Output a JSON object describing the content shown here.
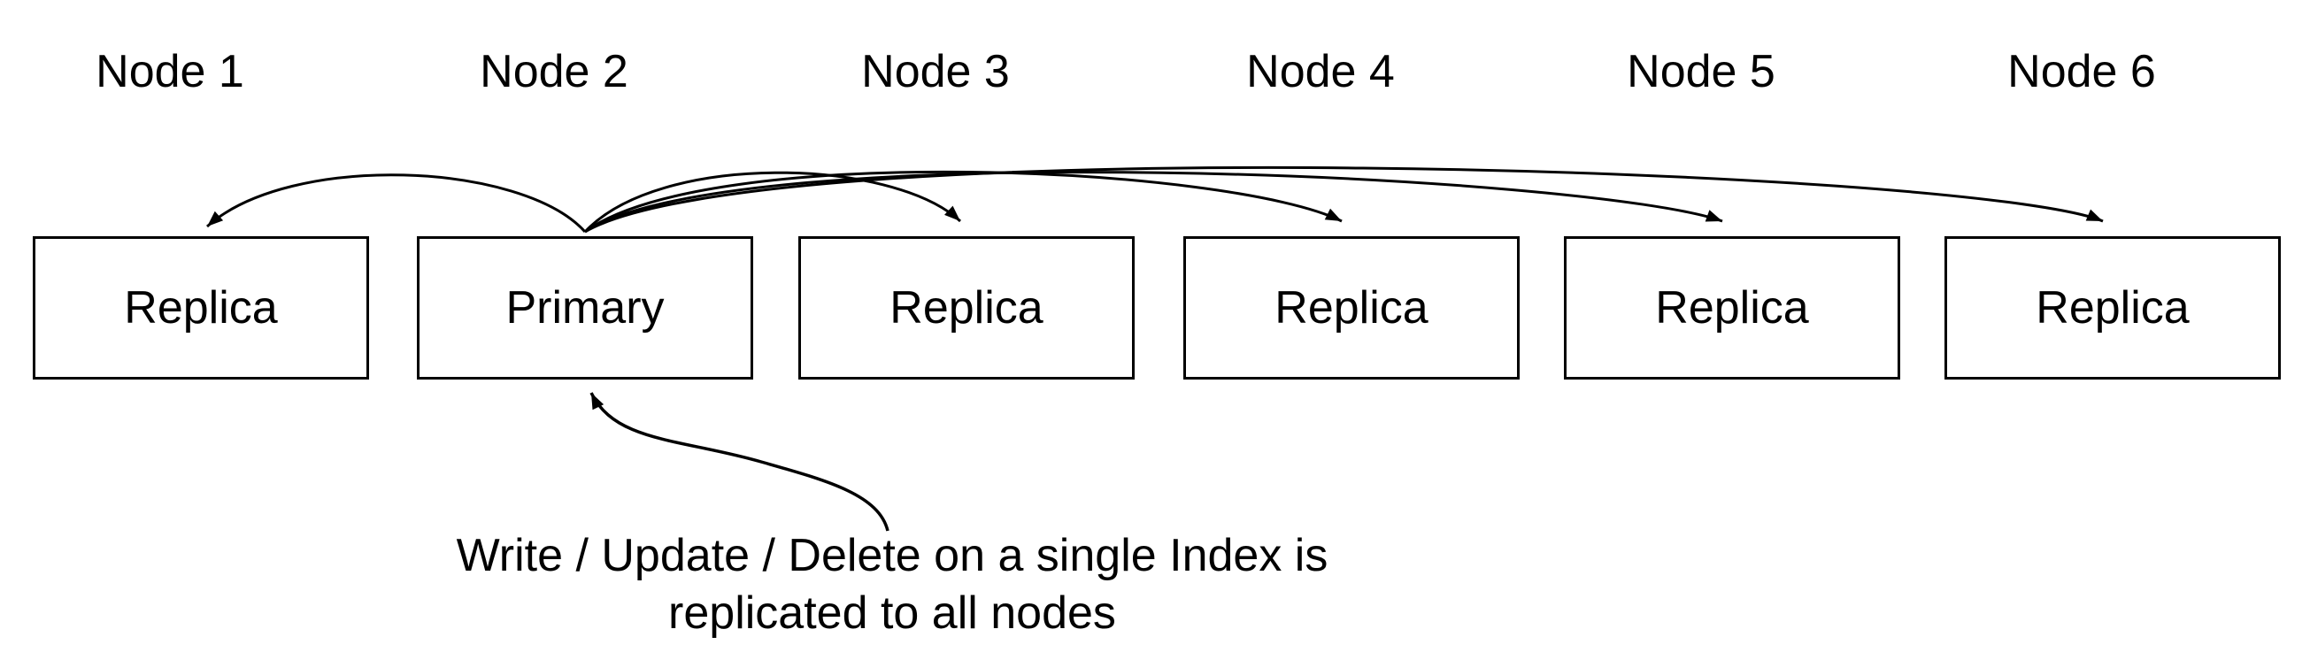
{
  "diagram": {
    "colors": {
      "background": "#ffffff",
      "stroke": "#000000",
      "text": "#000000"
    },
    "nodes": [
      {
        "name": "Node 1",
        "role": "Replica"
      },
      {
        "name": "Node 2",
        "role": "Primary"
      },
      {
        "name": "Node 3",
        "role": "Replica"
      },
      {
        "name": "Node 4",
        "role": "Replica"
      },
      {
        "name": "Node 5",
        "role": "Replica"
      },
      {
        "name": "Node 6",
        "role": "Replica"
      }
    ],
    "annotation": {
      "line1": "Write / Update / Delete on a single Index is",
      "line2": "replicated to all nodes"
    }
  }
}
